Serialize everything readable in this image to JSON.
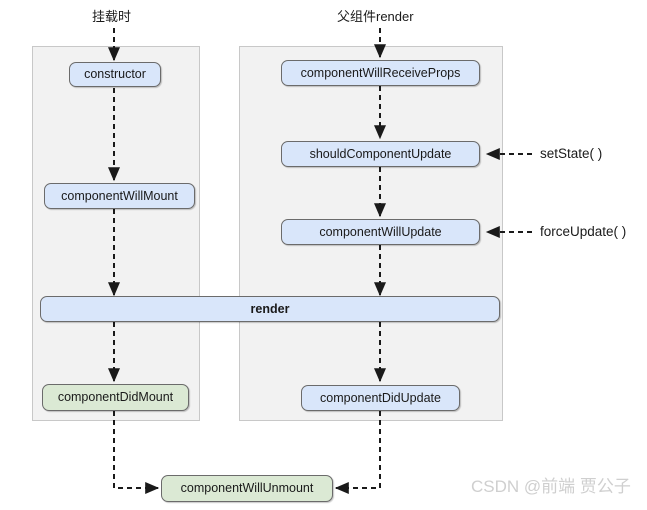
{
  "diagram": {
    "title_mount": "挂载时",
    "title_update": "父组件render",
    "watermark": "CSDN @前端 贾公子",
    "colors": {
      "node_blue": "#d9e6fa",
      "node_green": "#dbe9d4",
      "panel_bg": "#f2f2f2",
      "panel_border": "#c8c8c8",
      "node_border": "#6b6b6b",
      "edge": "#1a1a1a",
      "watermark": "#cfcfcf"
    },
    "nodes": {
      "constructor": "constructor",
      "component_will_mount": "componentWillMount",
      "component_did_mount": "componentDidMount",
      "component_will_receive_props": "componentWillReceiveProps",
      "should_component_update": "shouldComponentUpdate",
      "component_will_update": "componentWillUpdate",
      "component_did_update": "componentDidUpdate",
      "render": "render",
      "component_will_unmount": "componentWillUnmount"
    },
    "triggers": {
      "set_state": "setState( )",
      "force_update": "forceUpdate( )"
    }
  }
}
